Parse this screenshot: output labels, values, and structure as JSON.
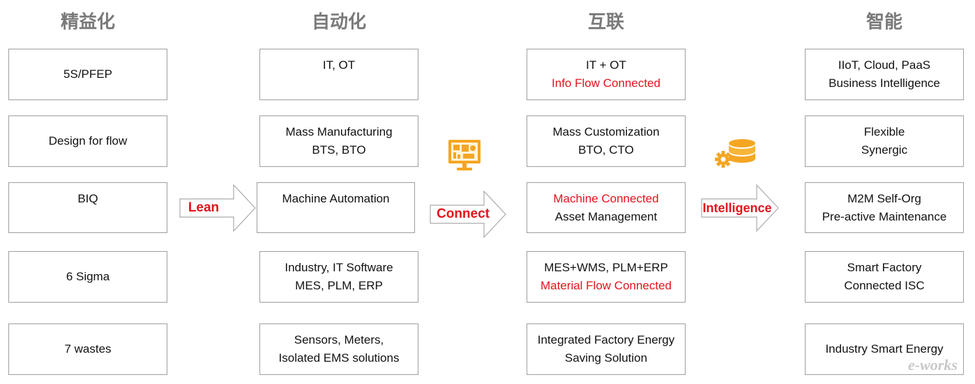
{
  "columns": [
    {
      "title": "精益化",
      "boxes": [
        {
          "lines": [
            {
              "text": "5S/PFEP"
            }
          ]
        },
        {
          "lines": [
            {
              "text": "Design for flow"
            }
          ]
        },
        {
          "lines": [
            {
              "text": "BIQ"
            }
          ]
        },
        {
          "lines": [
            {
              "text": "6 Sigma"
            }
          ]
        },
        {
          "lines": [
            {
              "text": "7 wastes"
            }
          ]
        }
      ]
    },
    {
      "title": "自动化",
      "boxes": [
        {
          "lines": [
            {
              "text": "IT, OT"
            }
          ]
        },
        {
          "lines": [
            {
              "text": "Mass Manufacturing"
            },
            {
              "text": "BTS, BTO"
            }
          ]
        },
        {
          "lines": [
            {
              "text": "Machine Automation"
            }
          ]
        },
        {
          "lines": [
            {
              "text": "Industry, IT Software"
            },
            {
              "text": "MES, PLM, ERP"
            }
          ]
        },
        {
          "lines": [
            {
              "text": "Sensors, Meters,"
            },
            {
              "text": "Isolated EMS solutions"
            }
          ]
        }
      ]
    },
    {
      "title": "互联",
      "boxes": [
        {
          "lines": [
            {
              "text": "IT + OT"
            },
            {
              "text": "Info Flow Connected",
              "highlight": true
            }
          ]
        },
        {
          "lines": [
            {
              "text": "Mass Customization"
            },
            {
              "text": "BTO, CTO"
            }
          ]
        },
        {
          "lines": [
            {
              "text": "Machine Connected",
              "highlight": true
            },
            {
              "text": "Asset Management"
            }
          ]
        },
        {
          "lines": [
            {
              "text": "MES+WMS, PLM+ERP"
            },
            {
              "text": "Material Flow Connected",
              "highlight": true
            }
          ]
        },
        {
          "lines": [
            {
              "text": "Integrated Factory Energy"
            },
            {
              "text": "Saving Solution"
            }
          ]
        }
      ]
    },
    {
      "title": "智能",
      "boxes": [
        {
          "lines": [
            {
              "text": "IIoT, Cloud, PaaS"
            },
            {
              "text": "Business Intelligence"
            }
          ]
        },
        {
          "lines": [
            {
              "text": "Flexible"
            },
            {
              "text": "Synergic"
            }
          ]
        },
        {
          "lines": [
            {
              "text": "M2M Self-Org"
            },
            {
              "text": "Pre-active Maintenance"
            }
          ]
        },
        {
          "lines": [
            {
              "text": "Smart Factory"
            },
            {
              "text": "Connected ISC"
            }
          ]
        },
        {
          "lines": [
            {
              "text": "Industry Smart Energy"
            }
          ]
        }
      ]
    }
  ],
  "arrows": [
    {
      "label": "Lean"
    },
    {
      "label": "Connect"
    },
    {
      "label": "Intelligence"
    }
  ],
  "icons": [
    {
      "name": "monitor-dashboard-icon"
    },
    {
      "name": "database-gear-icon"
    }
  ],
  "watermark": "e-works",
  "colors": {
    "highlight": "#e3131b",
    "title": "#7a7a7a",
    "border": "#9e9e9e",
    "icon": "#f5a623"
  }
}
